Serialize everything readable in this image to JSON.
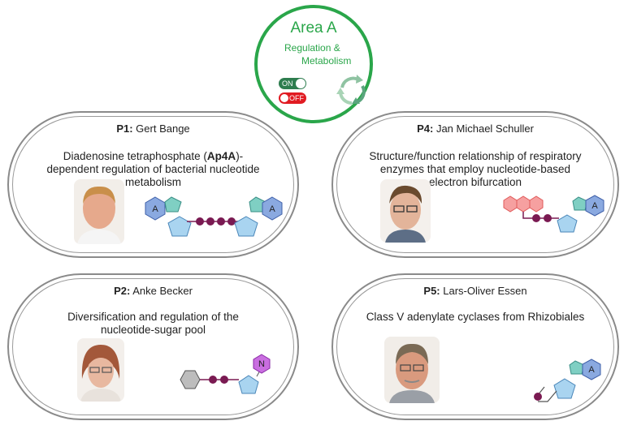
{
  "area": {
    "title": "Area A",
    "subtitle_line1": "Regulation &",
    "subtitle_line2": "Metabolism",
    "toggle_on": "ON",
    "toggle_off": "OFF",
    "colors": {
      "green": "#2aa64a",
      "red": "#e11b22"
    }
  },
  "projects": [
    {
      "id": "P1:",
      "name": "Gert Bange",
      "desc_line1_pre": "Diadenosine tetraphosphate (",
      "desc_line1_bold": "Ap4A",
      "desc_line1_post": ")-",
      "desc_line2": "dependent regulation of bacterial nucleotide",
      "desc_line3": "metabolism",
      "labels": [
        "A",
        "A"
      ]
    },
    {
      "id": "P4:",
      "name": "Jan Michael Schuller",
      "desc_line1": "Structure/function relationship of respiratory",
      "desc_line2": "enzymes that employ nucleotide-based",
      "desc_line3": "electron bifurcation",
      "labels": [
        "A"
      ]
    },
    {
      "id": "P2:",
      "name": "Anke Becker",
      "desc_line1": "Diversification and regulation of the",
      "desc_line2": "nucleotide-sugar pool",
      "labels": [
        "N"
      ]
    },
    {
      "id": "P5:",
      "name": "Lars-Oliver Essen",
      "desc_line1": "Class V adenylate cyclases from Rhizobiales",
      "labels": [
        "A"
      ]
    }
  ]
}
